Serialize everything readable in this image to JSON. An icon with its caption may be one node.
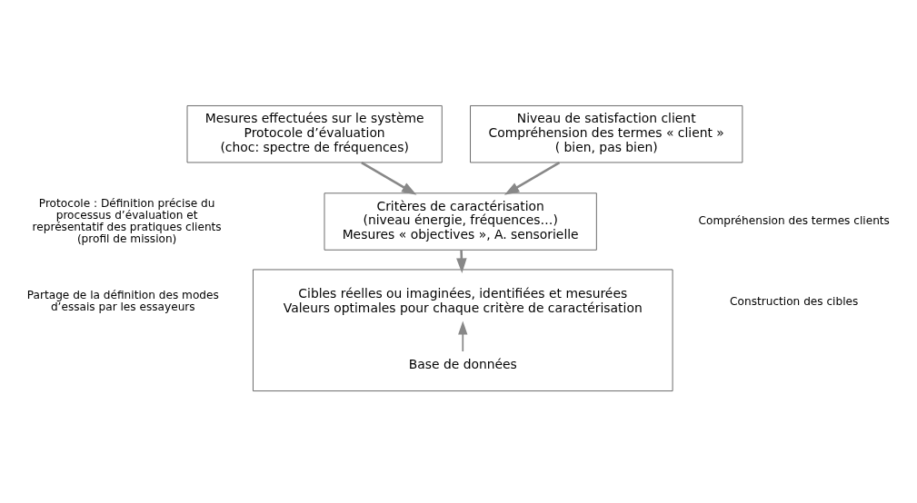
{
  "diagram": {
    "nodes": [
      {
        "text": [
          "Mesures effectuées sur le système",
          "Protocole d’évaluation",
          "(choc: spectre de fréquences)"
        ]
      },
      {
        "text": [
          "Niveau de satisfaction client",
          "Compréhension des termes « client »",
          "( bien, pas bien)"
        ]
      },
      {
        "text": [
          "Critères de caractérisation",
          "(niveau énergie, fréquences…)",
          "Mesures « objectives », A. sensorielle"
        ]
      },
      {
        "text": [],
        "shape": "box"
      },
      {
        "text": [
          "Cibles réelles ou imaginées, identifiées et mesurées",
          "Valeurs optimales pour chaque critère de caractérisation"
        ],
        "in": 3
      },
      {
        "text": [
          "Base de données"
        ],
        "in": 3
      }
    ],
    "edges": [
      {
        "from": 0,
        "to": 2,
        "arrow": "to"
      },
      {
        "from": 1,
        "to": 2,
        "arrow": "to"
      },
      {
        "from": 2,
        "to": 3,
        "arrow": "to"
      },
      {
        "from": 5,
        "to": 4,
        "arrow": "to"
      }
    ],
    "labels": [
      "Protocole : Définition précise du processus d’évaluation et représentatif des pratiques clients (profil de mission)",
      "Compréhension des termes clients",
      "Partage de la définition des modes d’essais par les essayeurs",
      "Construction des cibles"
    ]
  }
}
